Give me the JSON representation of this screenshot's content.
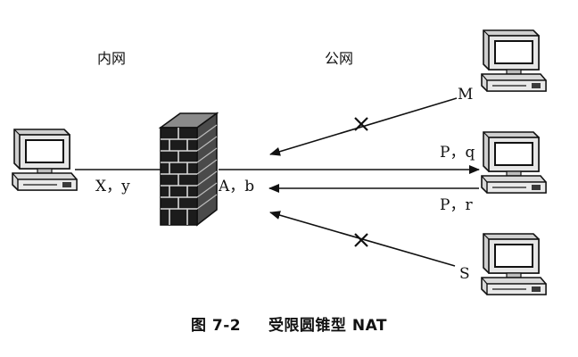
{
  "zones": {
    "inner": "内网",
    "public": "公网"
  },
  "labels": {
    "inner_addr": "X，y",
    "nat_addr": "A，b",
    "host_m": "M",
    "host_p_q": "P，q",
    "host_p_r": "P，r",
    "host_s": "S"
  },
  "caption": {
    "number": "图 7-2",
    "title": "受限圆锥型 NAT"
  },
  "icons": {
    "internal_host": "computer-icon",
    "nat_device": "firewall-icon",
    "server_m": "computer-icon",
    "server_p": "computer-icon",
    "server_s": "computer-icon",
    "blocked": "cross-mark-icon"
  },
  "colors": {
    "ink": "#111111",
    "monitor_face": "#e6e6e6",
    "screen": "#ffffff",
    "shadow": "#3a3a3a"
  }
}
